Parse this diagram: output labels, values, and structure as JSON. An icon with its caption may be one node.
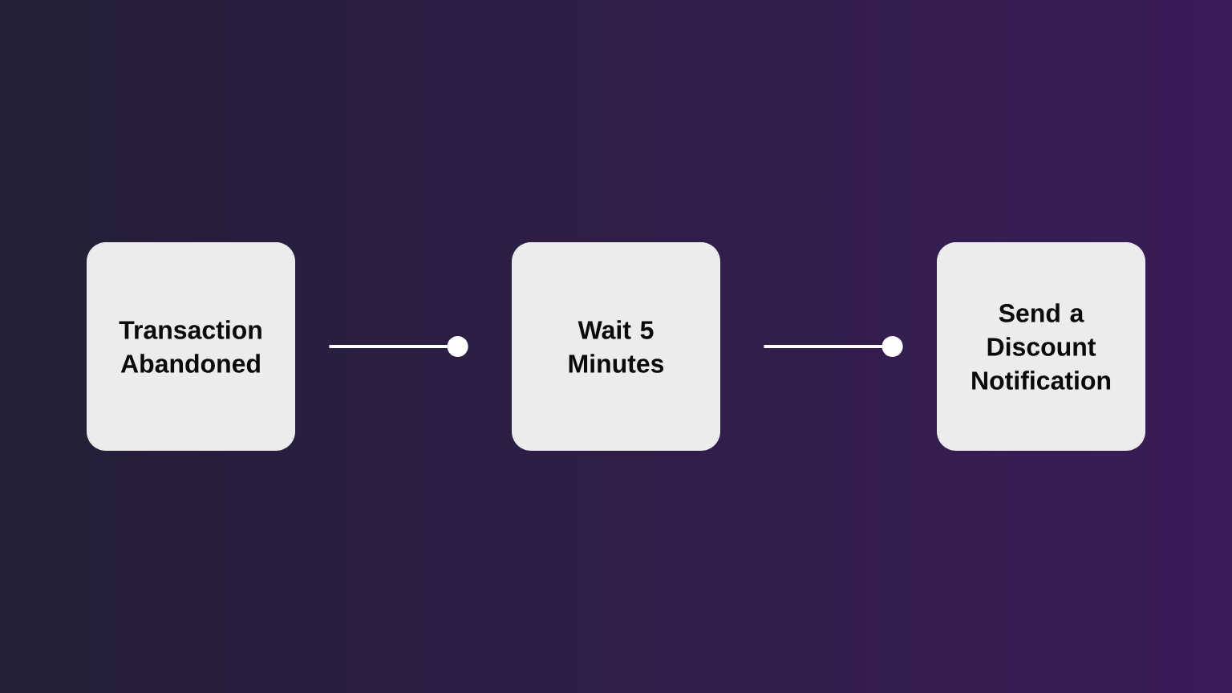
{
  "diagram": {
    "nodes": [
      {
        "text": [
          "Transaction Abandoned"
        ]
      },
      {
        "text": [
          "Wait 5 Minutes"
        ]
      },
      {
        "text": [
          "Send a Discount Notification"
        ]
      }
    ],
    "edges": [
      {
        "from": 0,
        "to": 1,
        "arrow": "other"
      },
      {
        "from": 1,
        "to": 2,
        "arrow": "other"
      }
    ]
  }
}
